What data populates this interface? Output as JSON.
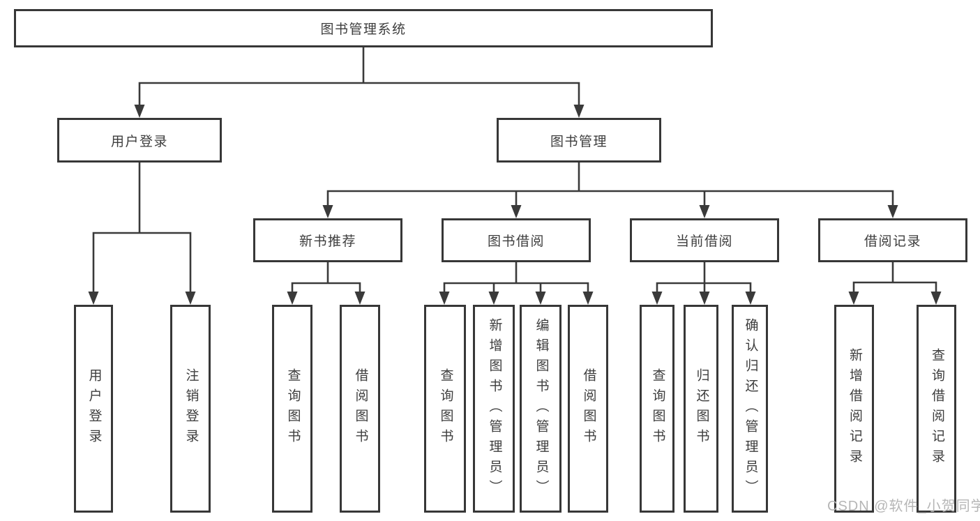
{
  "colors": {
    "line": "#3a3a3a",
    "box_border": "#373737",
    "text": "#3d3d3d",
    "watermark": "#b6b6b6",
    "background": "#ffffff"
  },
  "watermark": {
    "text": "CSDN @软件_小贺同学"
  },
  "tree": {
    "root": {
      "label": "图书管理系统"
    },
    "branches": [
      {
        "label": "用户登录",
        "children": [
          {
            "label": "用户登录"
          },
          {
            "label": "注销登录"
          }
        ]
      },
      {
        "label": "图书管理",
        "children": [
          {
            "label": "新书推荐",
            "children": [
              {
                "label": "查询图书"
              },
              {
                "label": "借阅图书"
              }
            ]
          },
          {
            "label": "图书借阅",
            "children": [
              {
                "label": "查询图书"
              },
              {
                "label": "新增图书（管理员）"
              },
              {
                "label": "编辑图书（管理员）"
              },
              {
                "label": "借阅图书"
              }
            ]
          },
          {
            "label": "当前借阅",
            "children": [
              {
                "label": "查询图书"
              },
              {
                "label": "归还图书"
              },
              {
                "label": "确认归还（管理员）"
              }
            ]
          },
          {
            "label": "借阅记录",
            "children": [
              {
                "label": "新增借阅记录"
              },
              {
                "label": "查询借阅记录"
              }
            ]
          }
        ]
      }
    ]
  }
}
